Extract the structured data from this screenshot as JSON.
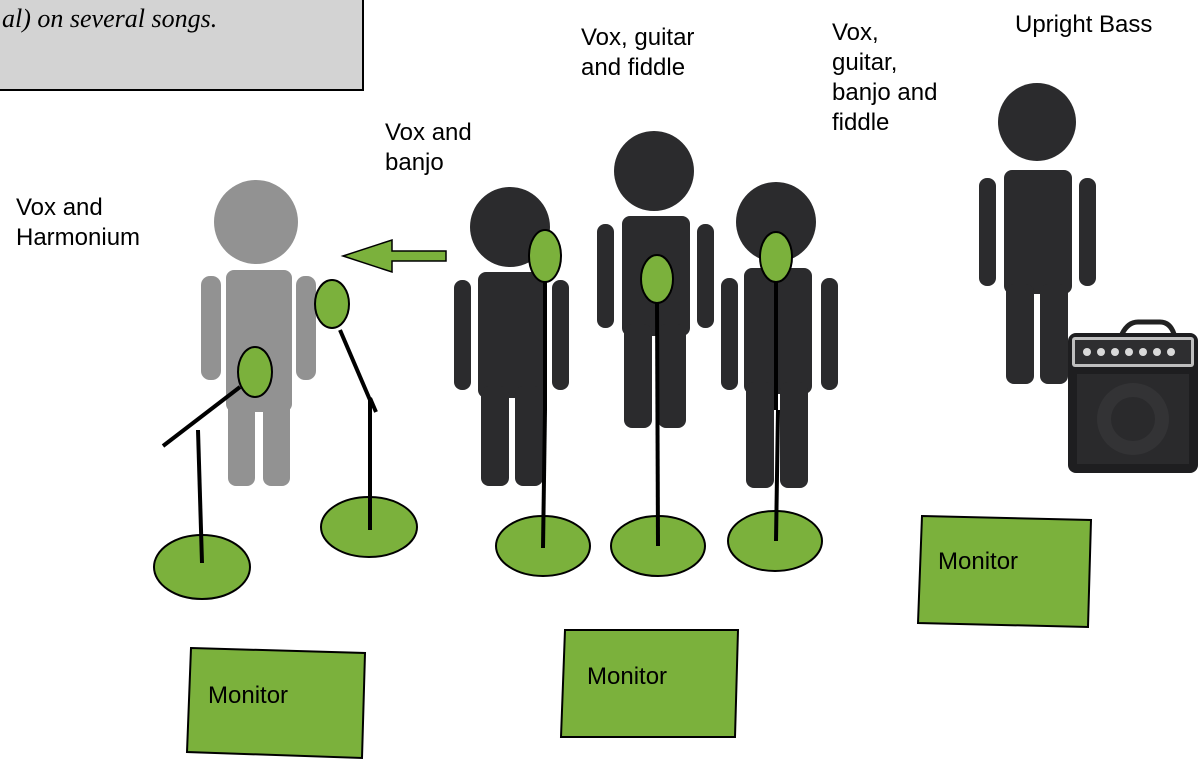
{
  "note": {
    "text": "al) on several songs."
  },
  "labels": {
    "harmonium_player": "Vox and\nHarmonium",
    "banjo_player": "Vox and\nbanjo",
    "guitar_fiddle_player": "Vox, guitar\nand fiddle",
    "guitar_banjo_fiddle_player": "Vox,\nguitar,\nbanjo and\nfiddle",
    "bass_player": "Upright Bass"
  },
  "monitors": {
    "left": "Monitor",
    "center": "Monitor",
    "right": "Monitor"
  },
  "colors": {
    "mic_green": "#7bb13c",
    "monitor_green": "#7bb13c",
    "figure_dark": "#2b2b2d",
    "figure_gray": "#929292",
    "note_bg": "#d3d3d3"
  },
  "icons": {
    "arrow": "left-arrow-icon",
    "amp": "bass-amp-icon"
  }
}
